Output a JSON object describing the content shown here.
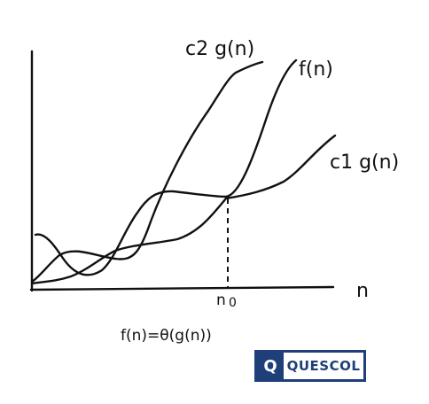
{
  "labels": {
    "upper_bound": "c2 g(n)",
    "function": "f(n)",
    "lower_bound": "c1 g(n)",
    "x_axis": "n",
    "threshold_base": "n",
    "threshold_sub": "0",
    "formula": "f(n)=θ(g(n))"
  },
  "brand": {
    "mark": "Q",
    "name": "QUESCOL",
    "color": "#1f3f7a"
  }
}
